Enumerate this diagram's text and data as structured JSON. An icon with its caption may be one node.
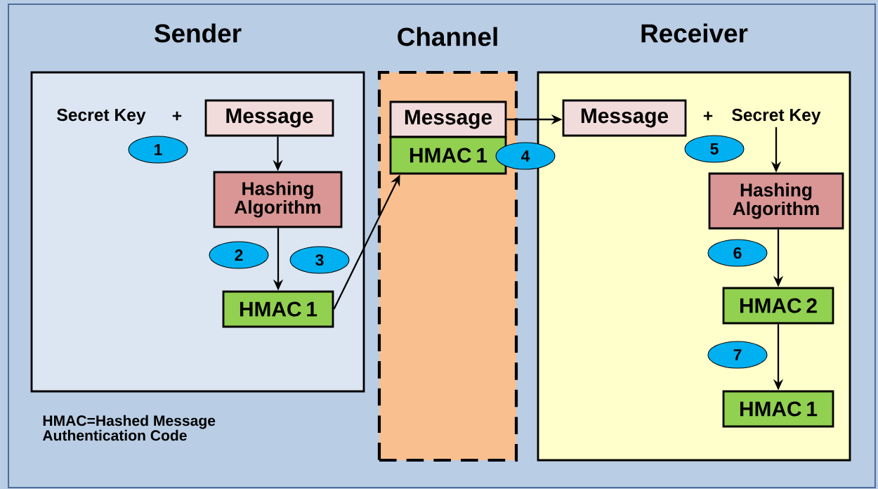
{
  "diagram": {
    "nodes": [
      {
        "text": [
          "Sender"
        ]
      },
      {
        "text": [
          "Channel"
        ]
      },
      {
        "text": [
          "Receiver"
        ]
      },
      {
        "text": [
          "Message"
        ],
        "in": 0
      },
      {
        "text": [
          "Hashing Algorithm"
        ],
        "in": 0
      },
      {
        "text": [
          "HMAC 1"
        ],
        "in": 0
      },
      {
        "text": [
          "Message"
        ],
        "in": 1
      },
      {
        "text": [
          "HMAC 1"
        ],
        "in": 1
      },
      {
        "text": [
          "Message"
        ],
        "in": 2
      },
      {
        "text": [
          "Secret Key"
        ],
        "in": 2
      },
      {
        "text": [
          "Hashing Algorithm"
        ],
        "in": 2
      },
      {
        "text": [
          "HMAC 2"
        ],
        "in": 2
      },
      {
        "text": [
          "HMAC 1"
        ],
        "in": 2
      },
      {
        "text": [
          "1"
        ],
        "in": 0
      },
      {
        "text": [
          "2"
        ],
        "in": 0
      },
      {
        "text": [
          "3"
        ],
        "in": 0
      },
      {
        "text": [
          "4"
        ]
      },
      {
        "text": [
          "5"
        ],
        "in": 2
      },
      {
        "text": [
          "6"
        ],
        "in": 2
      },
      {
        "text": [
          "7"
        ],
        "in": 2
      }
    ],
    "edges": [
      {
        "from": 3,
        "to": 4,
        "arrow": "to"
      },
      {
        "from": 4,
        "to": 5,
        "arrow": "to"
      },
      {
        "from": 5,
        "to": 7,
        "arrow": "to"
      },
      {
        "from": 6,
        "to": 8,
        "arrow": "to"
      },
      {
        "from": 9,
        "to": 10,
        "arrow": "to"
      },
      {
        "from": 10,
        "to": 11,
        "arrow": "to"
      },
      {
        "from": 11,
        "to": 12,
        "arrow": "to"
      }
    ],
    "labels": [
      "Secret Key",
      "+",
      "+",
      "HMAC=Hashed Message Authentication Code"
    ]
  }
}
